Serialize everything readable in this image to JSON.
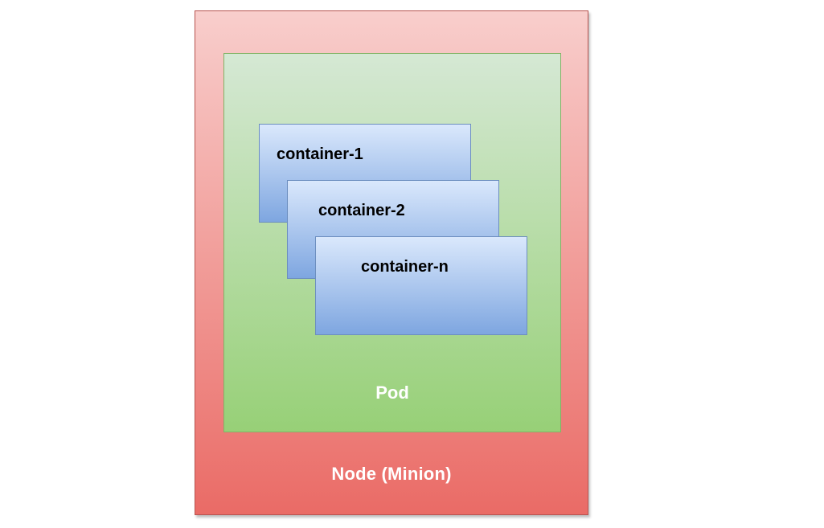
{
  "diagram": {
    "node": {
      "label": "Node (Minion)",
      "fill_top": "#f8cecc",
      "fill_bottom": "#ea6b66",
      "stroke": "#b85450"
    },
    "pod": {
      "label": "Pod",
      "fill_top": "#d5e8d4",
      "fill_bottom": "#97d077",
      "stroke": "#82b366"
    },
    "containers": [
      {
        "label": "container-1"
      },
      {
        "label": "container-2"
      },
      {
        "label": "container-n"
      }
    ],
    "container_colors": {
      "fill_top": "#dae8fc",
      "fill_bottom": "#7ea6e0",
      "stroke": "#6c8ebf"
    }
  }
}
